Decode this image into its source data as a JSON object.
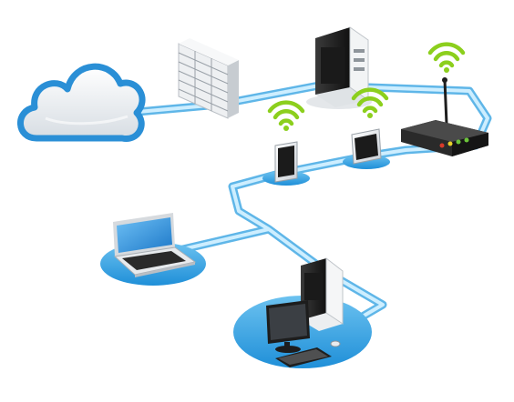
{
  "diagram": {
    "nodes": [
      {
        "id": "cloud",
        "icon": "cloud-icon"
      },
      {
        "id": "firewall",
        "icon": "firewall-icon"
      },
      {
        "id": "server",
        "icon": "server-tower-icon"
      },
      {
        "id": "router",
        "icon": "wireless-router-icon",
        "status_leds": [
          "#d83a2a",
          "#e8d12a",
          "#6cc53a",
          "#6cc53a"
        ]
      },
      {
        "id": "tablet-1",
        "icon": "tablet-icon",
        "wireless": true
      },
      {
        "id": "tablet-2",
        "icon": "tablet-icon",
        "wireless": true
      },
      {
        "id": "laptop",
        "icon": "laptop-icon"
      },
      {
        "id": "desktop",
        "icon": "desktop-computer-icon"
      }
    ],
    "links": [
      [
        "cloud",
        "firewall"
      ],
      [
        "firewall",
        "server"
      ],
      [
        "server",
        "router"
      ],
      [
        "router",
        "tablet-2"
      ],
      [
        "tablet-2",
        "tablet-1"
      ],
      [
        "tablet-1",
        "laptop"
      ],
      [
        "laptop",
        "desktop"
      ]
    ],
    "colors": {
      "cable": "#8fd0f2",
      "pad": "#2b9fe0",
      "cloud_edge": "#2a8fd6",
      "wifi": "#8ccf1d",
      "device_dark": "#1c1c1c",
      "screen": "#3a9ae0"
    }
  }
}
